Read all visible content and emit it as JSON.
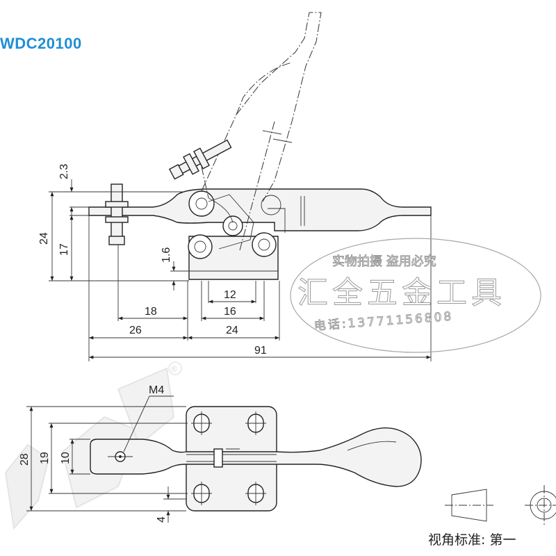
{
  "title": "WDC20100",
  "colors": {
    "title": "#1e8fd6",
    "line": "#222222",
    "watermark": "#9a9a9a",
    "logo": "#c8c8c8"
  },
  "side_view": {
    "dims": {
      "d2_3": "2.3",
      "d24_left": "24",
      "d17": "17",
      "d1_6": "1.6",
      "d12": "12",
      "d16": "16",
      "d18": "18",
      "d26": "26",
      "d24_bottom": "24",
      "d91": "91"
    }
  },
  "top_view": {
    "thread_label": "M4",
    "dims": {
      "d28": "28",
      "d19": "19",
      "d10": "10",
      "d4": "4"
    }
  },
  "watermark": {
    "line1": "实物拍摄  盗用必究",
    "line2": "汇全五金工具",
    "line3": "电话:13771156808"
  },
  "logo": {
    "registered": "®"
  },
  "projection_label": "视角标准:  第一"
}
